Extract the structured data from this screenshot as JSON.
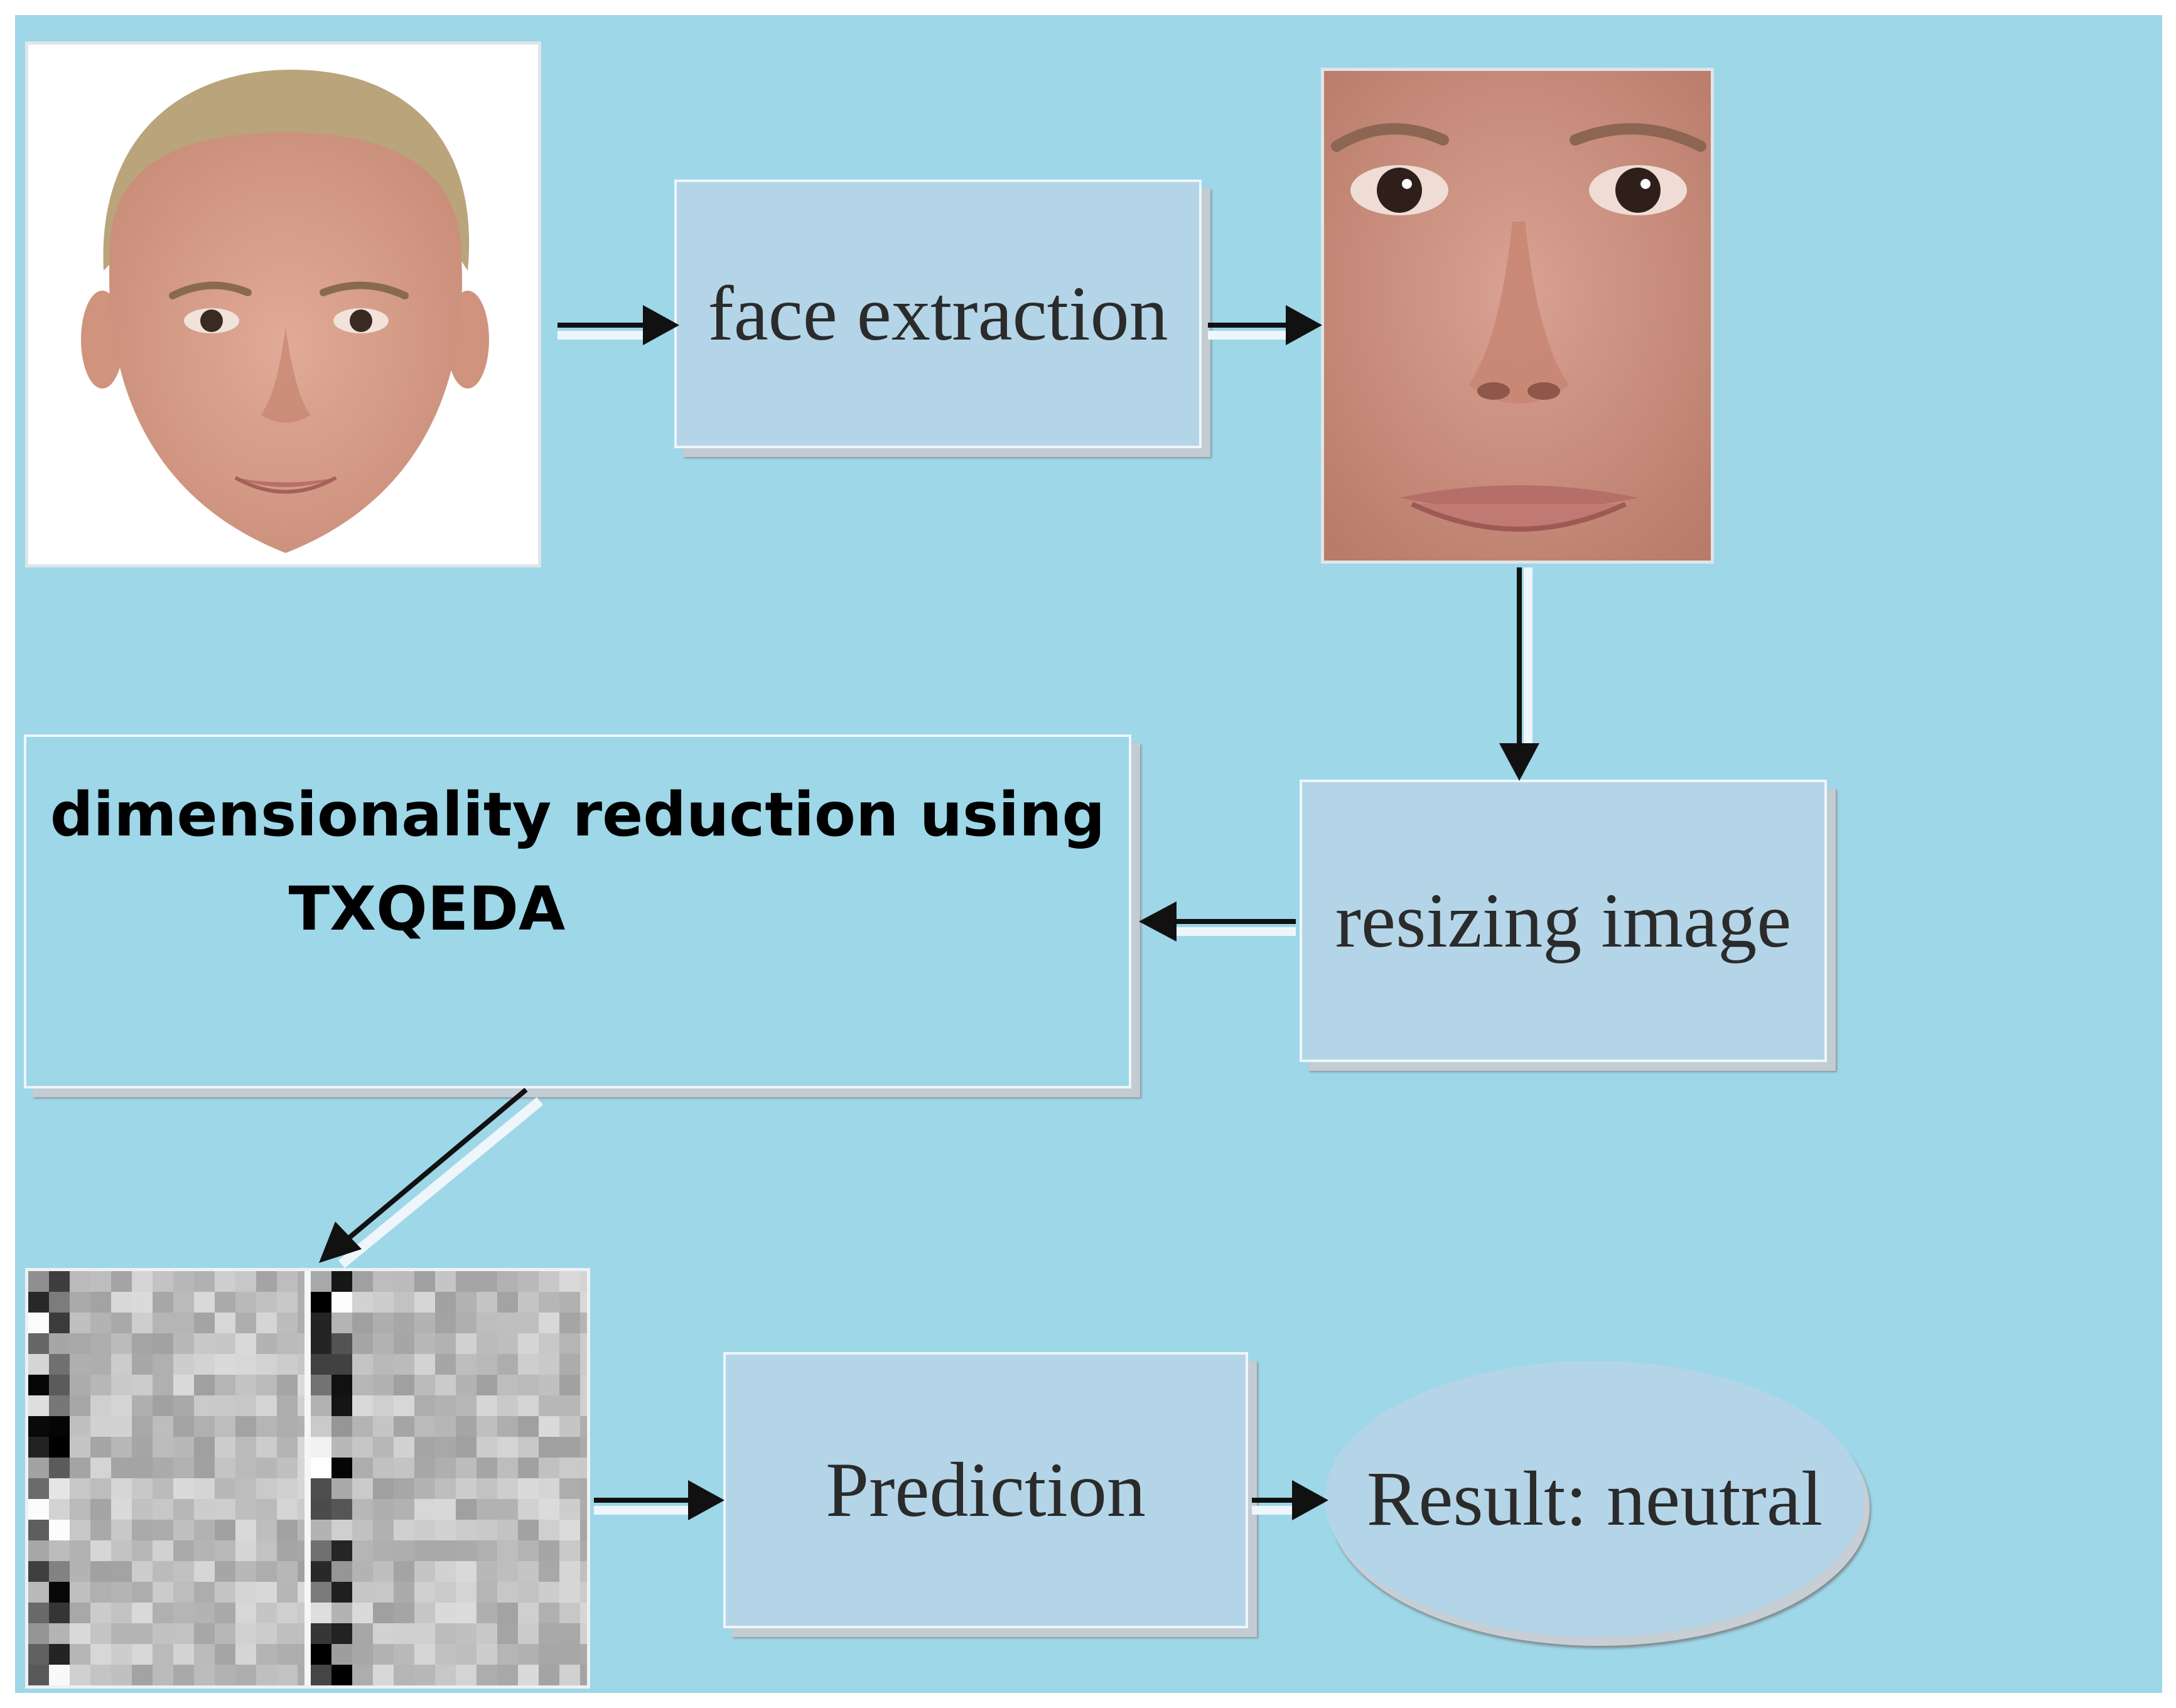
{
  "diagram": {
    "steps": {
      "face_extraction": "face extraction",
      "resizing": "resizing image",
      "dimred_line1": "dimensionality reduction using",
      "dimred_line2": "TXQEDA",
      "prediction": "Prediction",
      "result": "Result: neutral"
    },
    "colors": {
      "background": "#9dd7e8",
      "box_fill": "#b4d5e7",
      "box_border": "#eef6fb",
      "arrow": "#111111",
      "skin": "#d9a08c",
      "hair": "#b7a27a"
    },
    "images": {
      "input_face": "input-face-photo",
      "cropped_face": "cropped-face-photo",
      "feature_maps": "feature-map-images"
    }
  }
}
